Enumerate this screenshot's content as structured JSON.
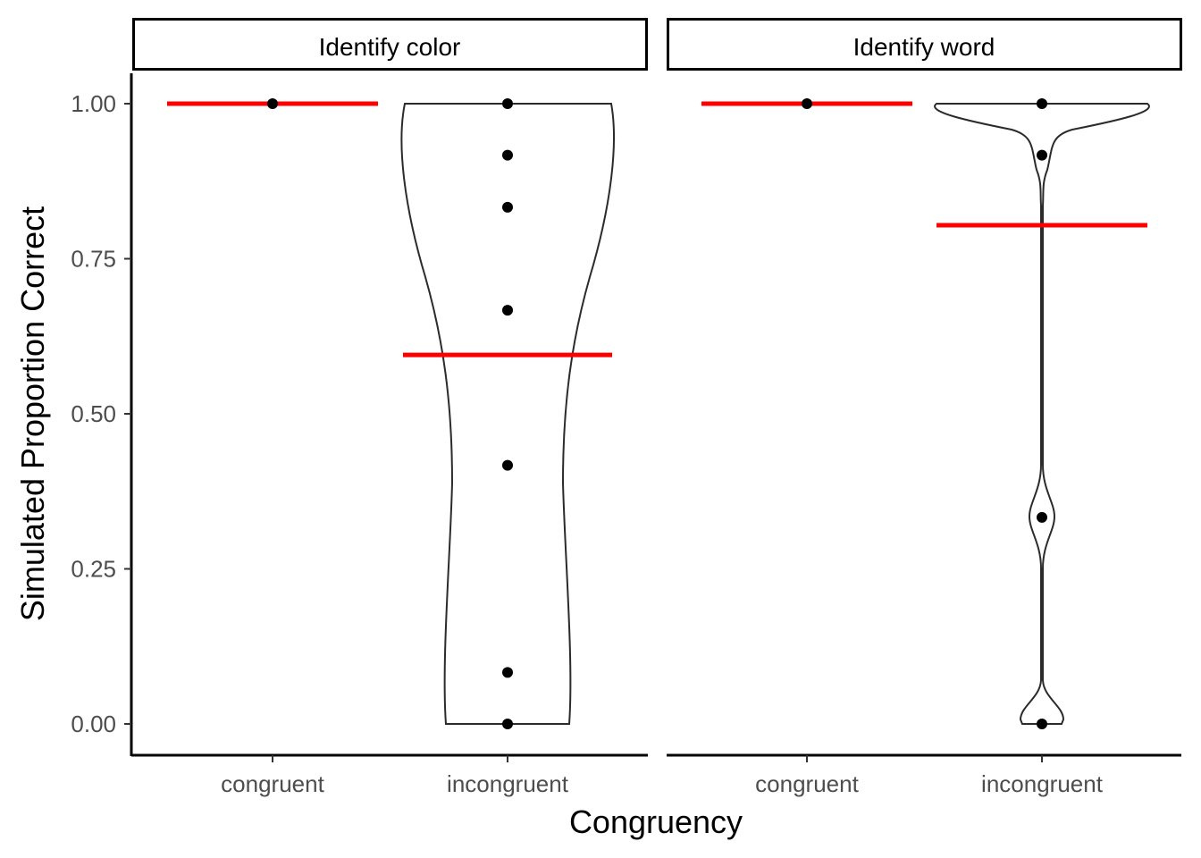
{
  "chart_data": {
    "type": "violin",
    "xlabel": "Congruency",
    "ylabel": "Simulated Proportion Correct",
    "ylim": [
      -0.05,
      1.05
    ],
    "yticks": [
      "0.00",
      "0.25",
      "0.50",
      "0.75",
      "1.00"
    ],
    "categories": [
      "congruent",
      "incongruent"
    ],
    "mean_line_color": "#ff0000",
    "point_color": "#000000",
    "grid": false,
    "legend": "none",
    "panels": [
      {
        "label": "Identify color",
        "groups": [
          {
            "category": "congruent",
            "points": [
              1.0
            ],
            "mean": 1.0
          },
          {
            "category": "incongruent",
            "points": [
              1.0,
              0.917,
              0.833,
              0.667,
              0.417,
              0.083,
              0.0
            ],
            "mean": 0.595
          }
        ]
      },
      {
        "label": "Identify word",
        "groups": [
          {
            "category": "congruent",
            "points": [
              1.0
            ],
            "mean": 1.0
          },
          {
            "category": "incongruent",
            "points": [
              1.0,
              0.917,
              0.333,
              0.0
            ],
            "mean": 0.804
          }
        ]
      }
    ]
  }
}
